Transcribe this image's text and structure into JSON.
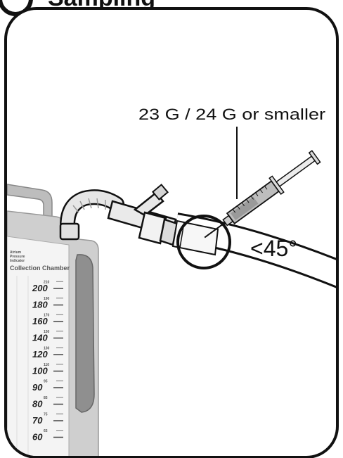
{
  "header": {
    "text": "Sampling"
  },
  "needle_label": "23 G  / 24 G or smaller",
  "angle_label": "<45°",
  "chamber": {
    "brand_lines": [
      "Atrium",
      "Pressure",
      "Indicator"
    ],
    "title": "Collection Chamber",
    "major_ticks": [
      "200",
      "180",
      "160",
      "140",
      "120",
      "100",
      "90",
      "80",
      "70",
      "60"
    ],
    "minor_ticks": [
      "210",
      "190",
      "170",
      "150",
      "130",
      "110",
      "95",
      "85",
      "75",
      "65"
    ]
  },
  "colors": {
    "outline": "#111111",
    "chamber_body": "#cfcfcf",
    "chamber_panel": "#f4f4f4",
    "tubing": "#ffffff"
  }
}
